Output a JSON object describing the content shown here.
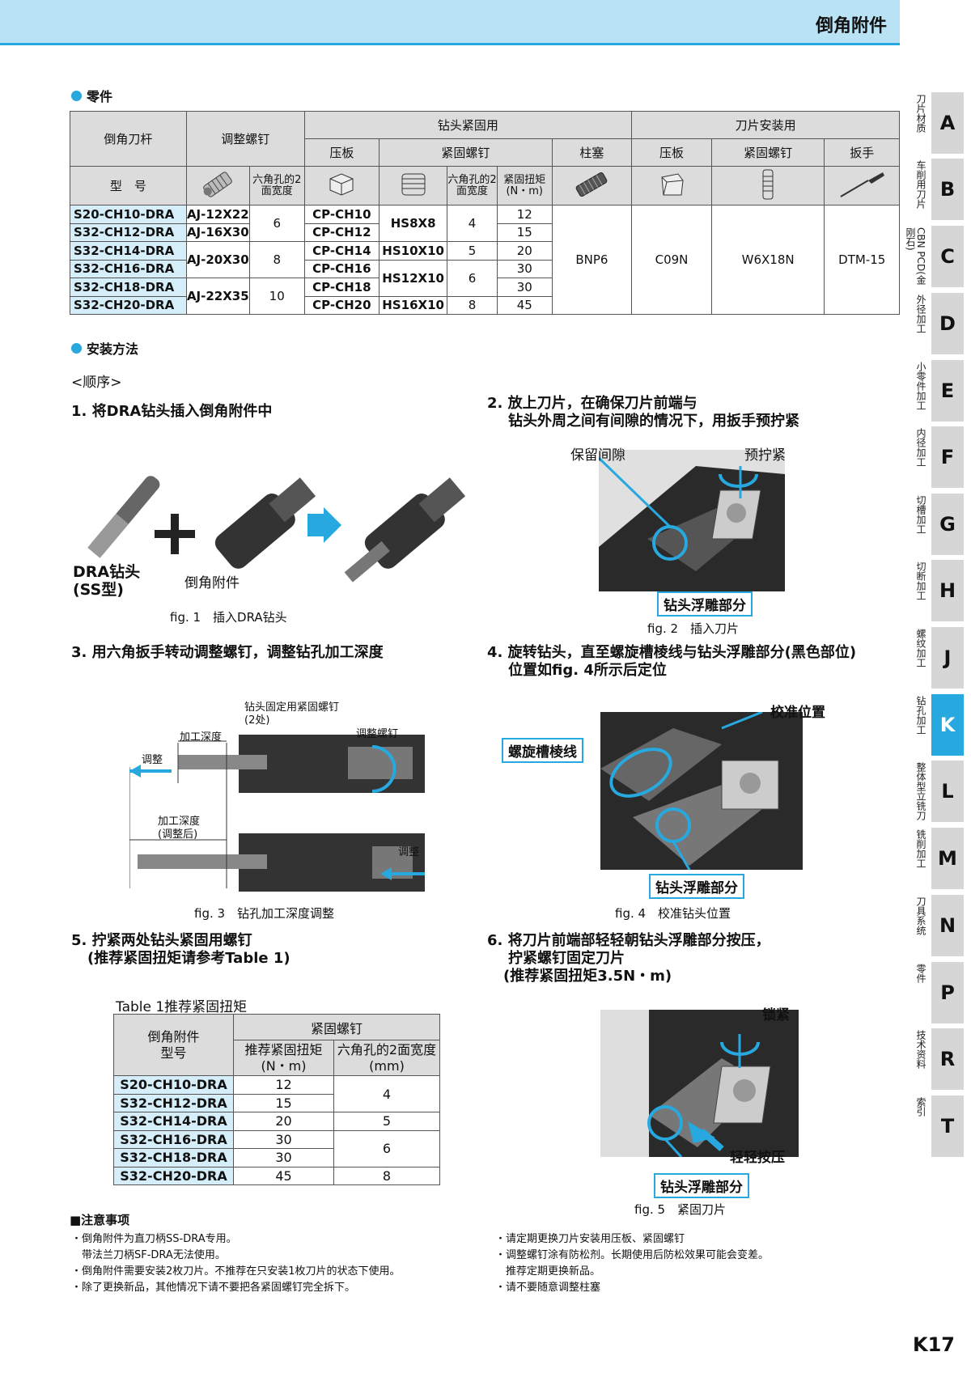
{
  "header": {
    "title": "倒角附件"
  },
  "sections": {
    "parts": "零件",
    "install": "安装方法",
    "order": "<顺序>"
  },
  "parts_table": {
    "h_holder": "倒角刀杆",
    "h_adjust": "调整螺钉",
    "h_drill": "钻头紧固用",
    "h_insert": "刀片安装用",
    "h_plate": "压板",
    "h_screw": "紧固螺钉",
    "h_plunger": "柱塞",
    "h_plate2": "压板",
    "h_screw2": "紧固螺钉",
    "h_wrench": "扳手",
    "h_model": "型　号",
    "h_hex": "六角孔的2面宽度",
    "h_hex2": "六角孔的2面宽度",
    "h_torque": "紧固扭矩(N・m)",
    "rows": [
      {
        "model": "S20-CH10-DRA",
        "adj": "AJ-12X22",
        "hex": "6",
        "plate": "CP-CH10",
        "screw": "HS8X8",
        "hex2": "4",
        "torque": "12"
      },
      {
        "model": "S32-CH12-DRA",
        "adj": "AJ-16X30",
        "plate": "CP-CH12",
        "torque": "15"
      },
      {
        "model": "S32-CH14-DRA",
        "adj": "AJ-20X30",
        "hex": "8",
        "plate": "CP-CH14",
        "screw": "HS10X10",
        "hex2": "5",
        "torque": "20"
      },
      {
        "model": "S32-CH16-DRA",
        "plate": "CP-CH16",
        "screw": "HS12X10",
        "hex2": "6",
        "torque": "30"
      },
      {
        "model": "S32-CH18-DRA",
        "adj": "AJ-22X35",
        "hex": "10",
        "plate": "CP-CH18",
        "torque": "30"
      },
      {
        "model": "S32-CH20-DRA",
        "plate": "CP-CH20",
        "screw": "HS16X10",
        "hex2": "8",
        "torque": "45"
      }
    ],
    "plunger": "BNP6",
    "plate2": "C09N",
    "screw2": "W6X18N",
    "wrench": "DTM-15"
  },
  "steps": {
    "s1": "1. 将DRA钻头插入倒角附件中",
    "s2a": "2. 放上刀片，在确保刀片前端与",
    "s2b": "钻头外周之间有间隙的情况下，用扳手预拧紧",
    "s3": "3. 用六角扳手转动调整螺钉，调整钻孔加工深度",
    "s4a": "4. 旋转钻头，直至螺旋槽棱线与钻头浮雕部分(黑色部位)",
    "s4b": "位置如fig. 4所示后定位",
    "s5a": "5. 拧紧两处钻头紧固用螺钉",
    "s5b": "(推荐紧固扭矩请参考Table 1)",
    "s6a": "6. 将刀片前端部轻轻朝钻头浮雕部分按压，",
    "s6b": "拧紧螺钉固定刀片",
    "s6c": "(推荐紧固扭矩3.5N・m)"
  },
  "figs": {
    "f1": "fig. 1　插入DRA钻头",
    "f2": "fig. 2　插入刀片",
    "f3": "fig. 3　钻孔加工深度调整",
    "f4": "fig. 4　校准钻头位置",
    "f5": "fig. 5　紧固刀片",
    "dra1": "DRA钻头",
    "dra2": "(SS型)",
    "attach": "倒角附件",
    "gap": "保留间隙",
    "pretight": "预拧紧",
    "relief": "钻头浮雕部分",
    "fix_screw": "钻头固定用紧固螺钉",
    "fix_screw2": "(2处)",
    "adj_screw": "调整螺钉",
    "depth": "加工深度",
    "adjust": "调整",
    "depth2": "加工深度",
    "depth3": "(调整后)",
    "adjust2": "调整",
    "calib": "校准位置",
    "flute": "螺旋槽棱线",
    "relief2": "钻头浮雕部分",
    "lock": "锁紧",
    "press": "轻轻按压",
    "relief3": "钻头浮雕部分"
  },
  "table1": {
    "caption": "Table 1推荐紧固扭矩",
    "h_model1": "倒角附件",
    "h_model2": "型号",
    "h_screw": "紧固螺钉",
    "h_torque1": "推荐紧固扭矩",
    "h_torque2": "(N・m)",
    "h_hex1": "六角孔的2面宽度",
    "h_hex2": "(mm)",
    "rows": [
      {
        "model": "S20-CH10-DRA",
        "torque": "12",
        "hex": "4"
      },
      {
        "model": "S32-CH12-DRA",
        "torque": "15"
      },
      {
        "model": "S32-CH14-DRA",
        "torque": "20",
        "hex": "5"
      },
      {
        "model": "S32-CH16-DRA",
        "torque": "30",
        "hex": "6"
      },
      {
        "model": "S32-CH18-DRA",
        "torque": "30"
      },
      {
        "model": "S32-CH20-DRA",
        "torque": "45",
        "hex": "8"
      }
    ]
  },
  "notes": {
    "title": "■注意事项",
    "left": [
      "・倒角附件为直刀柄SS-DRA专用。",
      "　带法兰刀柄SF-DRA无法使用。",
      "・倒角附件需要安装2枚刀片。不推荐在只安装1枚刀片的状态下使用。",
      "・除了更换新品，其他情况下请不要把各紧固螺钉完全拆下。"
    ],
    "right": [
      "・请定期更换刀片安装用压板、紧固螺钉",
      "・调整螺钉涂有防松剂。长期使用后防松效果可能会变差。",
      "　推荐定期更换新品。",
      "・请不要随意调整柱塞"
    ]
  },
  "sidebar": [
    {
      "letter": "A",
      "label": "刀片材质"
    },
    {
      "letter": "B",
      "label": "车削用刀片"
    },
    {
      "letter": "C",
      "label": "CBN PCD(金刚石)"
    },
    {
      "letter": "D",
      "label": "外径加工"
    },
    {
      "letter": "E",
      "label": "小零件加工"
    },
    {
      "letter": "F",
      "label": "内径加工"
    },
    {
      "letter": "G",
      "label": "切槽加工"
    },
    {
      "letter": "H",
      "label": "切断加工"
    },
    {
      "letter": "J",
      "label": "螺纹加工"
    },
    {
      "letter": "K",
      "label": "钻孔加工"
    },
    {
      "letter": "L",
      "label": "整体型立铣刀"
    },
    {
      "letter": "M",
      "label": "铣削加工"
    },
    {
      "letter": "N",
      "label": "刀具系统"
    },
    {
      "letter": "P",
      "label": "零件"
    },
    {
      "letter": "R",
      "label": "技术资料"
    },
    {
      "letter": "T",
      "label": "索引"
    }
  ],
  "page": {
    "number": "K17"
  },
  "colors": {
    "accent": "#27a9df",
    "header_bg": "#b9e2f5",
    "model_bg": "#d5eef9"
  }
}
